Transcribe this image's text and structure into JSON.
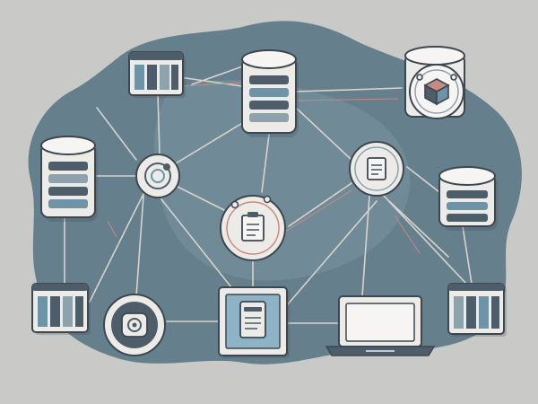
{
  "diagram": {
    "kind": "network-illustration",
    "has_text": false,
    "colors": {
      "background": "#c9c9c7",
      "cloud": "#667f8d",
      "cloud_light": "#8da2ad",
      "outline": "#3e4650",
      "fill_light": "#ecebe8",
      "accent_blue": "#6f93a6",
      "accent_dark": "#4d5d69",
      "accent_red": "#c98a84",
      "line": "#d8d3ce"
    },
    "nodes": [
      {
        "id": "server-rack-top-left",
        "icon": "server-rack-icon"
      },
      {
        "id": "database-top-center",
        "icon": "database-icon"
      },
      {
        "id": "database-top-right",
        "icon": "database-cube-icon"
      },
      {
        "id": "database-left",
        "icon": "database-icon"
      },
      {
        "id": "hub-left",
        "icon": "target-icon"
      },
      {
        "id": "hub-document-right",
        "icon": "document-icon"
      },
      {
        "id": "database-right",
        "icon": "database-icon"
      },
      {
        "id": "hub-document-center",
        "icon": "document-icon"
      },
      {
        "id": "server-rack-bottom-left",
        "icon": "server-rack-icon"
      },
      {
        "id": "hub-camera-bottom-left",
        "icon": "camera-icon"
      },
      {
        "id": "document-panel-bottom",
        "icon": "document-icon"
      },
      {
        "id": "laptop-bottom",
        "icon": "laptop-icon"
      },
      {
        "id": "server-rack-bottom-right",
        "icon": "server-rack-icon"
      }
    ]
  }
}
